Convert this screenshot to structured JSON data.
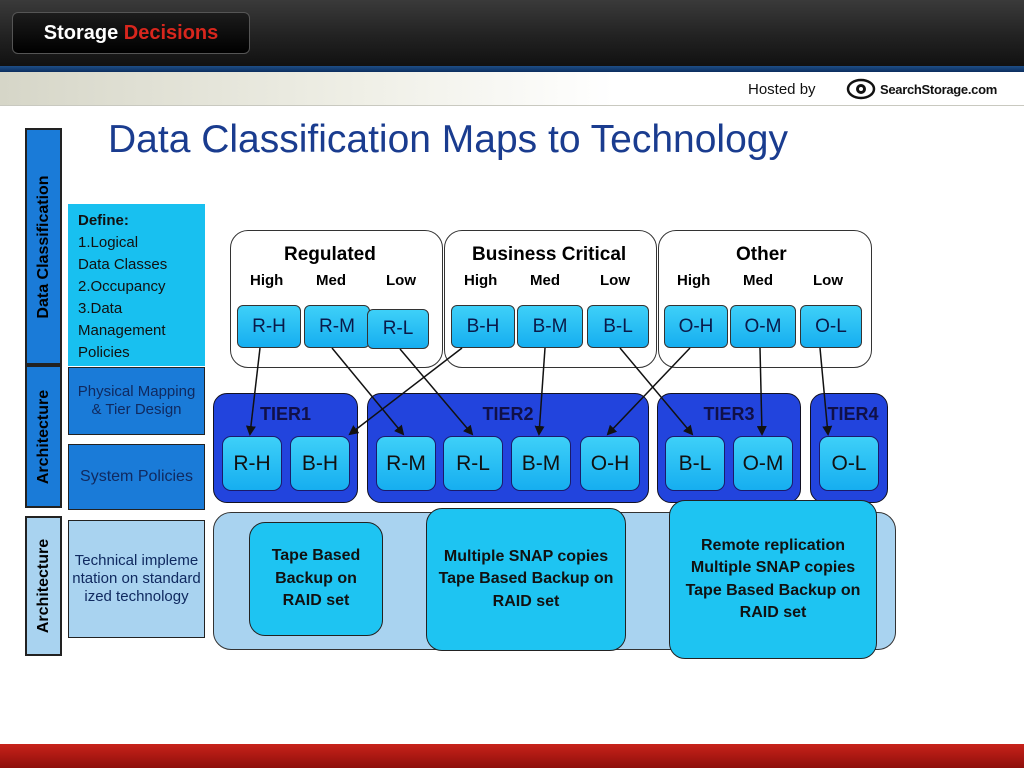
{
  "header": {
    "logo_part1": "Storage",
    "logo_part2": "Decisions",
    "hosted_by": "Hosted by",
    "partner_logo": "SearchStorage.com"
  },
  "title": "Data Classification Maps to Technology",
  "side_labels": {
    "data_classification": "Data Classification",
    "architecture_1": "Architecture",
    "architecture_2": "Architecture"
  },
  "left_boxes": {
    "define": {
      "heading": "Define:",
      "lines": [
        "1.Logical",
        "Data Classes",
        "2.Occupancy",
        "3.Data",
        "Management",
        "Policies"
      ]
    },
    "physical": "Physical Mapping & Tier Design",
    "system": "System Policies",
    "technical": "Technical implementation on standardized technology"
  },
  "groups": [
    {
      "title": "Regulated",
      "levels": [
        "High",
        "Med",
        "Low"
      ],
      "items": [
        "R-H",
        "R-M",
        "R-L"
      ]
    },
    {
      "title": "Business Critical",
      "levels": [
        "High",
        "Med",
        "Low"
      ],
      "items": [
        "B-H",
        "B-M",
        "B-L"
      ]
    },
    {
      "title": "Other",
      "levels": [
        "High",
        "Med",
        "Low"
      ],
      "items": [
        "O-H",
        "O-M",
        "O-L"
      ]
    }
  ],
  "tiers": [
    {
      "label": "TIER1",
      "items": [
        "R-H",
        "B-H"
      ]
    },
    {
      "label": "TIER2",
      "items": [
        "R-M",
        "R-L",
        "B-M",
        "O-H"
      ]
    },
    {
      "label": "TIER3",
      "items": [
        "B-L",
        "O-M"
      ]
    },
    {
      "label": "TIER4",
      "items": [
        "O-L"
      ]
    }
  ],
  "tech_boxes": [
    "Tape Based Backup on RAID set",
    "Multiple SNAP copies\nTape Based Backup on RAID set",
    "Remote replication\nMultiple SNAP copies\nTape Based Backup on RAID set"
  ],
  "icons": {
    "partner_logo_icon": "eye-icon"
  },
  "colors": {
    "title": "#1a3c8f",
    "tier": "#2244dd",
    "pill": "#1ec4f2",
    "footer": "#c8221a"
  }
}
